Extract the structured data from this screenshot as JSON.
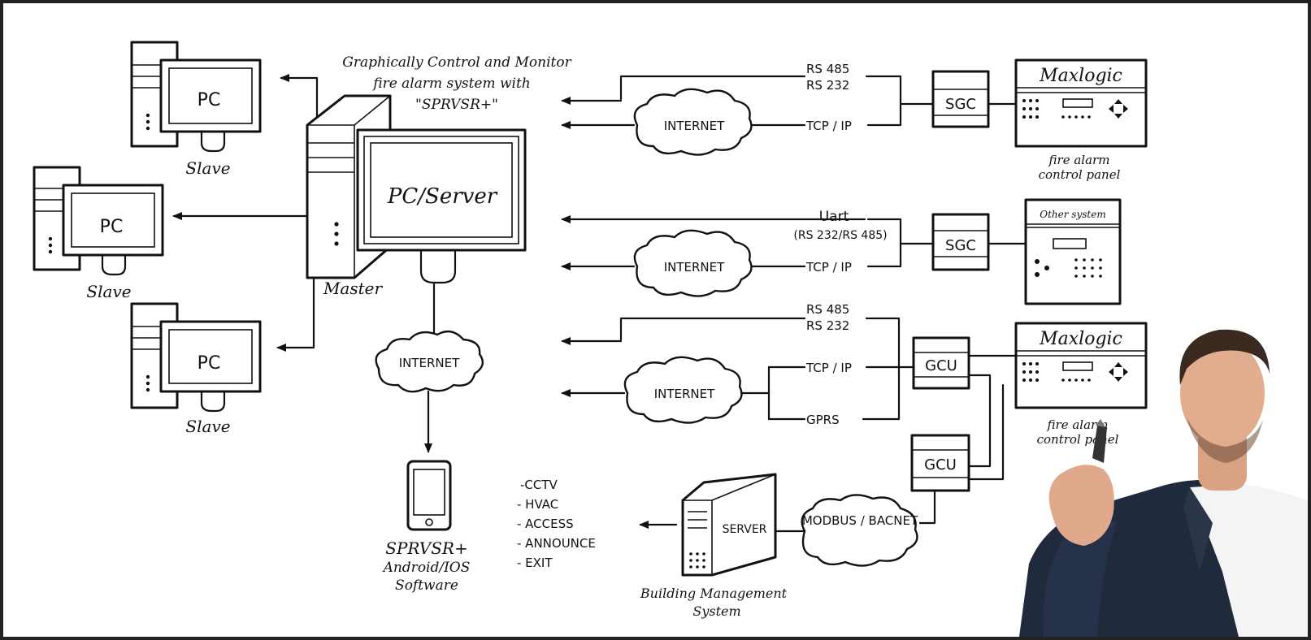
{
  "diagram": {
    "caption": {
      "line1": "Graphically Control and Monitor",
      "line2": "fire alarm system with",
      "line3": "\"SPRVSR+\""
    },
    "master": {
      "screen_label": "PC/Server",
      "role_label": "Master"
    },
    "slaves": [
      {
        "screen_label": "PC",
        "role_label": "Slave"
      },
      {
        "screen_label": "PC",
        "role_label": "Slave"
      },
      {
        "screen_label": "PC",
        "role_label": "Slave"
      }
    ],
    "clouds": {
      "center": "INTERNET",
      "row1": "INTERNET",
      "row2": "INTERNET",
      "row3": "INTERNET",
      "bms": "MODBUS / BACNET"
    },
    "links": {
      "row1_rs485": "RS 485",
      "row1_rs232": "RS 232",
      "row1_tcp": "TCP / IP",
      "row2_uart": "Uart",
      "row2_uart_sub": "(RS 232/RS 485)",
      "row2_tcp": "TCP / IP",
      "row3_rs485": "RS 485",
      "row3_rs232": "RS 232",
      "row3_tcp": "TCP / IP",
      "row3_gprs": "GPRS"
    },
    "gateways": {
      "sgc1": "SGC",
      "sgc2": "SGC",
      "gcu1": "GCU",
      "gcu2": "GCU"
    },
    "panels": {
      "panel1_brand": "Maxlogic",
      "panel1_caption_1": "fire alarm",
      "panel1_caption_2": "control panel",
      "panel2_brand": "Other system",
      "panel3_brand": "Maxlogic",
      "panel3_caption_1": "fire alarm",
      "panel3_caption_2": "control panel"
    },
    "mobile": {
      "line1": "SPRVSR+",
      "line2": "Android/IOS",
      "line3": "Software"
    },
    "bms": {
      "server_label": "SERVER",
      "caption_1": "Building Management",
      "caption_2": "System",
      "systems": [
        "-CCTV",
        "- HVAC",
        "- ACCESS",
        "- ANNOUNCE",
        "- EXIT"
      ]
    }
  }
}
